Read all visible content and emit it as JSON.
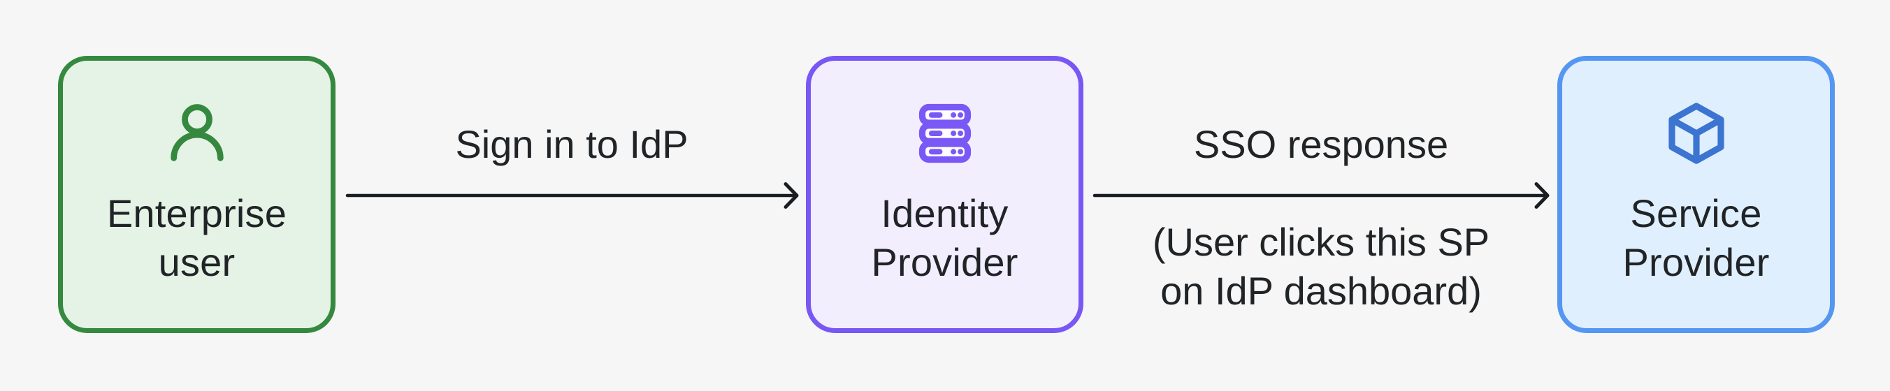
{
  "diagram": {
    "colors": {
      "page_background": "#f5f6f5",
      "arrow": "#1a1d21",
      "text": "#212427"
    },
    "nodes": [
      {
        "label": "Enterprise user",
        "icon": "user-icon",
        "border_color": "#35893f",
        "background": "#e5f3e6",
        "icon_color": "#35893f"
      },
      {
        "label": "Identity Provider",
        "icon": "server-icon",
        "border_color": "#7857f5",
        "background": "#f3eefe",
        "icon_color": "#7a58f6"
      },
      {
        "label": "Service Provider",
        "icon": "cube-icon",
        "border_color": "#5496f2",
        "background": "#e0effe",
        "icon_color": "#3b74d1"
      }
    ],
    "edges": [
      {
        "label": "Sign in to IdP"
      },
      {
        "label": "SSO response",
        "sublabel_lines": [
          "(User clicks this SP",
          "on IdP dashboard)"
        ]
      }
    ]
  }
}
